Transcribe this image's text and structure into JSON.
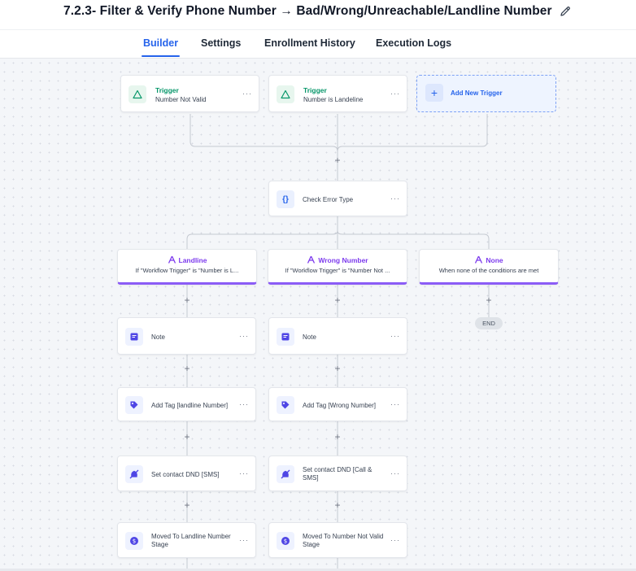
{
  "header": {
    "title": "7.2.3- Filter & Verify Phone Number → Bad/Wrong/Unreachable/Landline Number"
  },
  "tabs": [
    {
      "label": "Builder",
      "active": true
    },
    {
      "label": "Settings",
      "active": false
    },
    {
      "label": "Enrollment History",
      "active": false
    },
    {
      "label": "Execution Logs",
      "active": false
    }
  ],
  "triggers": [
    {
      "title": "Trigger",
      "subtitle": "Number Not Valid"
    },
    {
      "title": "Trigger",
      "subtitle": "Number is Landeline"
    }
  ],
  "add_trigger": {
    "label": "Add New Trigger"
  },
  "condition": {
    "label": "Check Error Type"
  },
  "branches": [
    {
      "name": "Landline",
      "condition": "If \"Workflow Trigger\" is \"Number is L..."
    },
    {
      "name": "Wrong Number",
      "condition": "If \"Workflow Trigger\" is \"Number Not ..."
    },
    {
      "name": "None",
      "condition": "When none of the conditions are met"
    }
  ],
  "left_actions": [
    {
      "label": "Note"
    },
    {
      "label": "Add Tag [landline Number]"
    },
    {
      "label": "Set contact DND [SMS]"
    },
    {
      "label": "Moved To Landline Number Stage"
    }
  ],
  "mid_actions": [
    {
      "label": "Note"
    },
    {
      "label": "Add Tag [Wrong Number]"
    },
    {
      "label": "Set contact DND [Call & SMS]"
    },
    {
      "label": "Moved To Number Not Valid Stage"
    }
  ],
  "end_label": "END",
  "menu_glyph": "···",
  "plus_glyph": "+",
  "colors": {
    "accent": "#2563eb",
    "trigger_green": "#059669",
    "branch_purple": "#7c3aed",
    "canvas": "#f4f6f9"
  }
}
